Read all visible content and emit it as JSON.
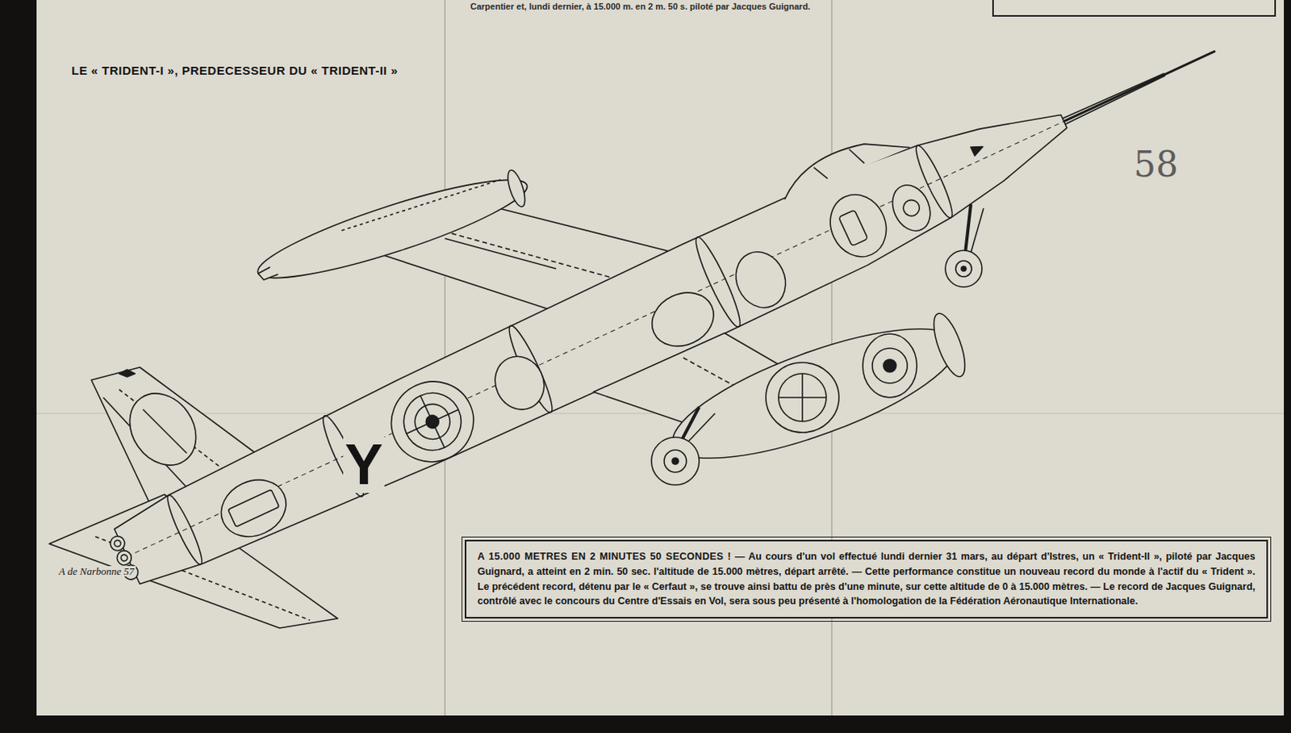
{
  "diagram": {
    "title": "LE « TRIDENT-I », PREDECESSEUR DU « TRIDENT-II »",
    "nodes": [
      {
        "text": [
          "A 15.000 METRES EN 2 MINUTES 50 SECONDES !",
          "— Au cours d'un vol effectué lundi dernier 31 mars, au départ d'Istres, un « Trident-II », piloté par Jacques Guignard, a atteint en 2 min. 50 sec. l'altitude de 15.000 mètres, départ arrêté. — Cette performance constitue un nouveau record du monde à l'actif du « Trident ». Le précédent record, détenu par le « Cerfaut », se trouve ainsi battu de près d'une minute, sur cette altitude de 0 à 15.000 mètres. — Le record de Jacques Guignard, contrôlé avec le concours du Centre d'Essais en Vol, sera sous peu présenté à l'homologation de la Fédération Aéronautique Internationale."
        ]
      }
    ],
    "labels": [
      "Carpentier et, lundi dernier, à 15.000 m. en 2 m. 50 s. piloté par Jacques Guignard.",
      "Y",
      "A de Narbonne 57",
      "58"
    ]
  }
}
